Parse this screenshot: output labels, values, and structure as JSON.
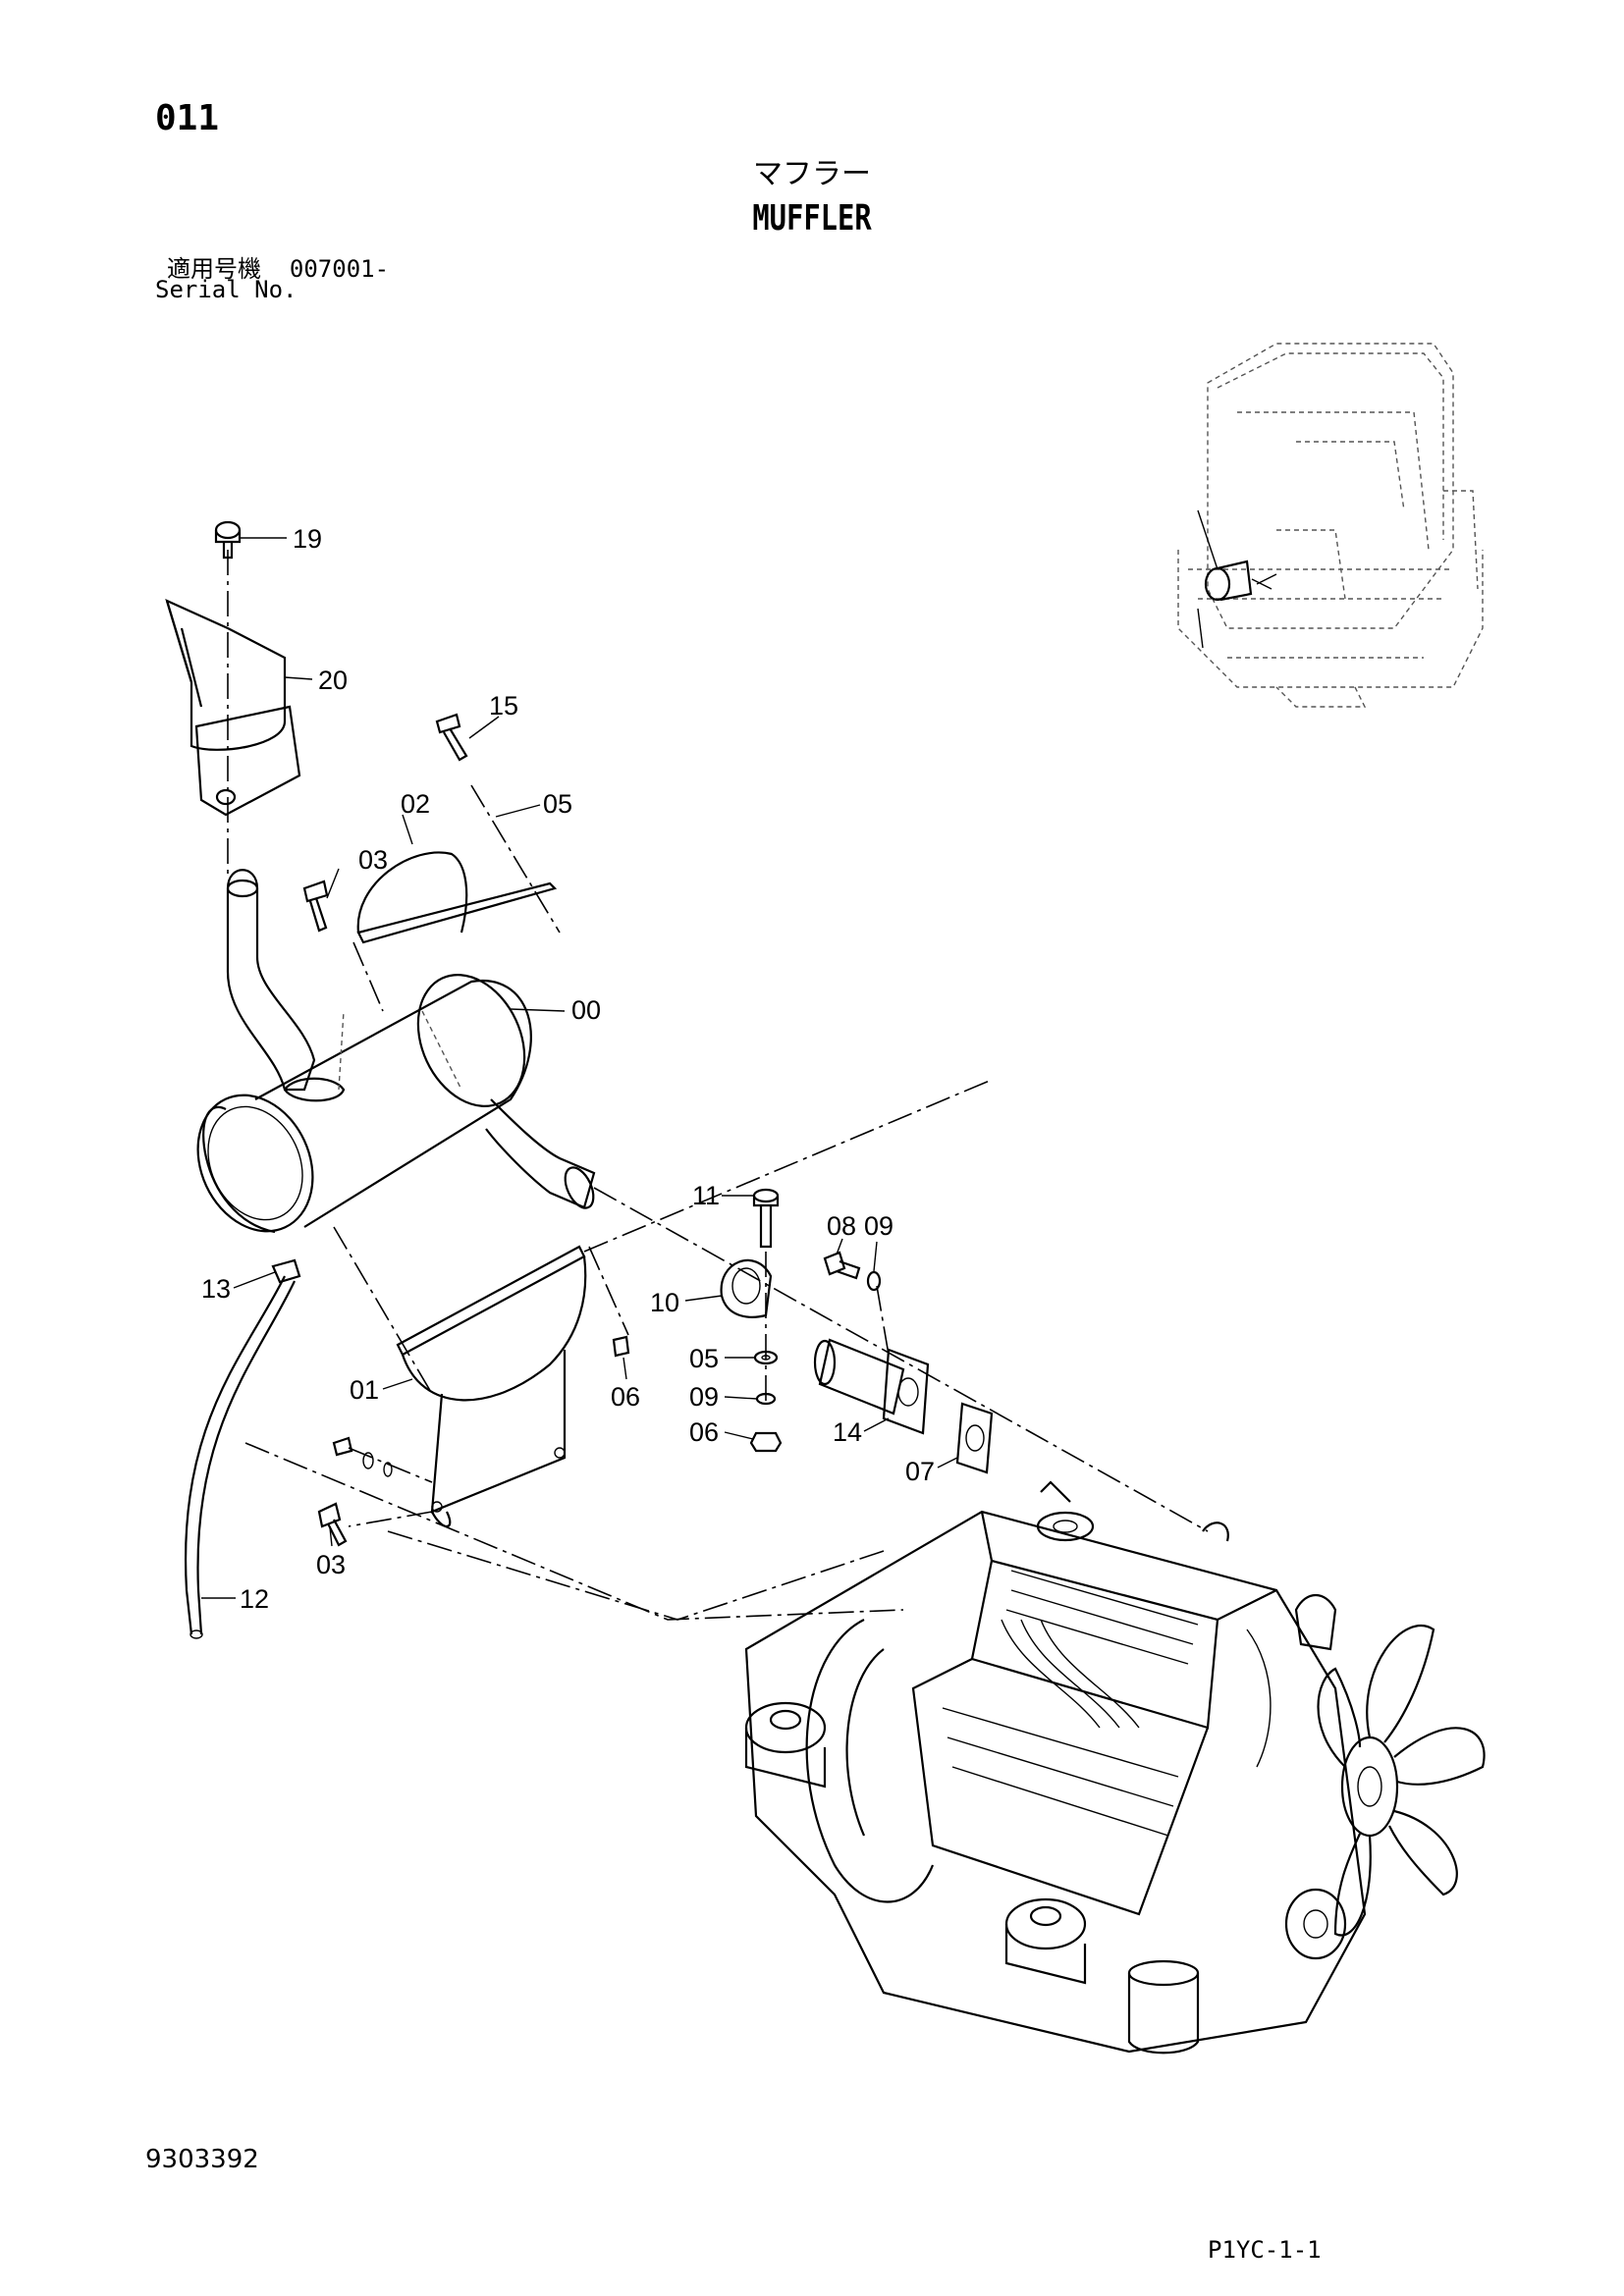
{
  "header": {
    "page_number": "011",
    "title_ja": "マフラー",
    "title_en": "MUFFLER",
    "serial_label_ja": "適用号機",
    "serial_value": "007001-",
    "serial_label_en": "Serial No."
  },
  "callouts": {
    "c19": "19",
    "c20": "20",
    "c15": "15",
    "c02": "02",
    "c05a": "05",
    "c03a": "03",
    "c00": "00",
    "c11": "11",
    "c08": "08",
    "c09a": "09",
    "c13": "13",
    "c10": "10",
    "c05b": "05",
    "c09b": "09",
    "c06a": "06",
    "c06b": "06",
    "c14": "14",
    "c07": "07",
    "c01": "01",
    "c03b": "03",
    "c12": "12"
  },
  "footer": {
    "doc_code": "9303392",
    "page_code": "P1YC-1-1"
  }
}
